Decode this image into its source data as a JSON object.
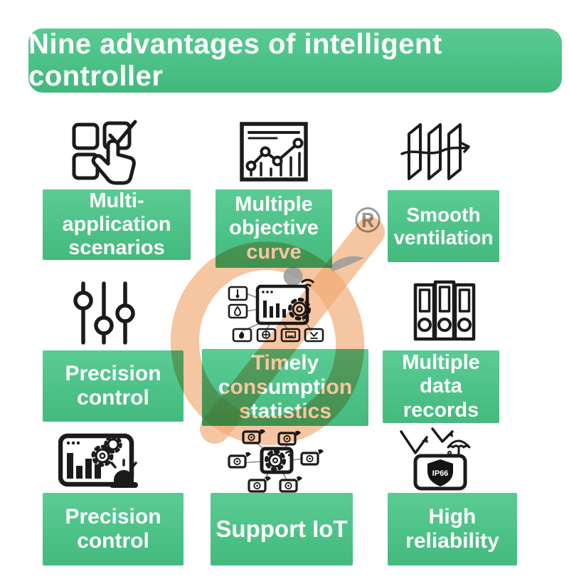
{
  "header": {
    "title": "Nine advantages of intelligent controller"
  },
  "trademark": {
    "symbol": "®"
  },
  "colors": {
    "green_top": "#5BCB94",
    "green_bottom": "#44BA7D",
    "label_text": "#FFFFFF",
    "icon_stroke": "#1B1B1B",
    "watermark_peach": "#F2A974",
    "watermark_gray": "#9A9A9A"
  },
  "items": [
    {
      "label": "Multi-\napplication\nscenarios",
      "icon": "multi-select-tap-icon"
    },
    {
      "label": "Multiple\nobjective\ncurve",
      "icon": "objective-curve-chart-icon"
    },
    {
      "label": "Smooth\nventilation",
      "icon": "louver-airflow-icon"
    },
    {
      "label": "Precision\ncontrol",
      "icon": "sliders-icon"
    },
    {
      "label": "Timely\nconsumption\nstatistics",
      "icon": "dashboard-sensors-icon"
    },
    {
      "label": "Multiple\ndata\nrecords",
      "icon": "binders-icon"
    },
    {
      "label": "Precision\ncontrol",
      "icon": "monitor-alert-icon"
    },
    {
      "label": "Support IoT",
      "icon": "iot-network-icon"
    },
    {
      "label": "High\nreliability",
      "icon": "ip66-shield-icon",
      "icon_text": "IP66"
    }
  ]
}
